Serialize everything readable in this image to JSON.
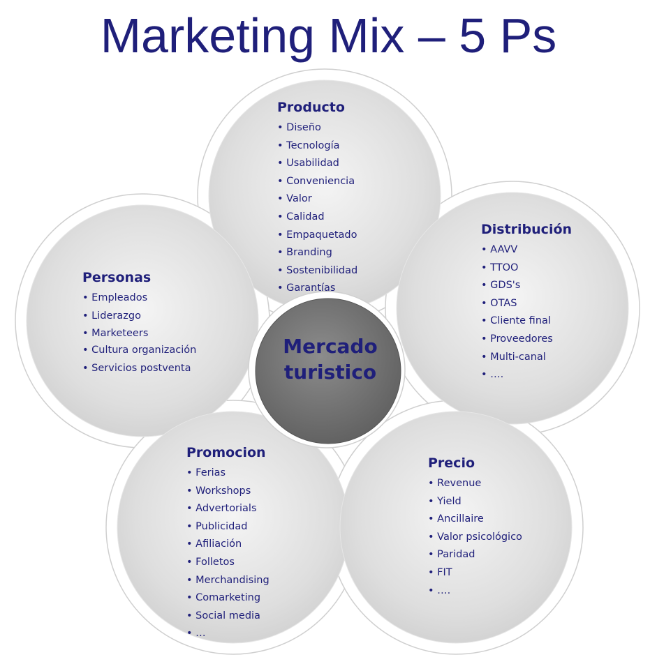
{
  "title": "Marketing Mix – 5 Ps",
  "center": {
    "line1": "Mercado",
    "line2": "turistico"
  },
  "producto": {
    "title": "Producto",
    "items": [
      "Diseño",
      "Tecnología",
      "Usabilidad",
      "Conveniencia",
      "Valor",
      "Calidad",
      "Empaquetado",
      "Branding",
      "Sostenibilidad",
      "Garantías"
    ]
  },
  "distribucion": {
    "title": "Distribución",
    "items": [
      "AAVV",
      "TTOO",
      "GDS's",
      "OTAS",
      "Cliente final",
      "Proveedores",
      "Multi-canal",
      "…."
    ]
  },
  "personas": {
    "title": "Personas",
    "items": [
      "Empleados",
      "Liderazgo",
      "Marketeers",
      "Cultura organización",
      "Servicios postventa"
    ]
  },
  "promocion": {
    "title": "Promocion",
    "items": [
      "Ferias",
      "Workshops",
      "Advertorials",
      "Publicidad",
      "Afiliación",
      "Folletos",
      "Merchandising",
      "Comarketing",
      "Social media",
      "…"
    ]
  },
  "precio": {
    "title": "Precio",
    "items": [
      "Revenue",
      "Yield",
      "Ancillaire",
      "Valor psicológico",
      "Paridad",
      "FIT",
      "…."
    ]
  },
  "colors": {
    "text": "#1f1f7a",
    "circle_fill": "#d9d9d9",
    "center_fill": "#7a7a7a",
    "ring": "#cfcfcf"
  }
}
